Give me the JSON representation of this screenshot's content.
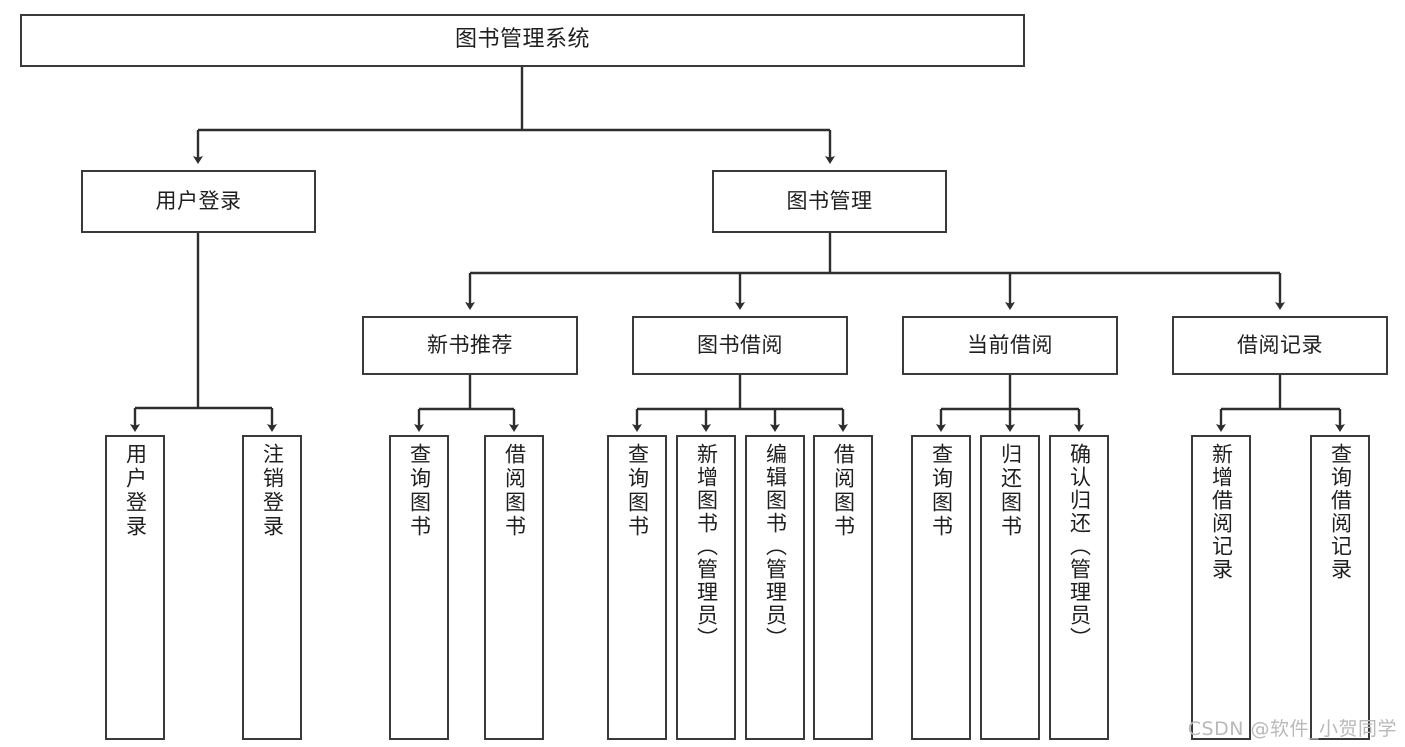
{
  "diagram": {
    "title": "图书管理系统",
    "type": "hierarchy-tree",
    "watermark": "CSDN @软件_小贺同学",
    "colors": {
      "border": "#3a3a3a",
      "background": "#ffffff",
      "text": "#1f1f1f",
      "watermark": "#b9b9b9"
    },
    "levels": {
      "root": {
        "label": "图书管理系统"
      },
      "level2": [
        {
          "label": "用户登录"
        },
        {
          "label": "图书管理"
        }
      ],
      "level3": [
        {
          "label": "新书推荐"
        },
        {
          "label": "图书借阅"
        },
        {
          "label": "当前借阅"
        },
        {
          "label": "借阅记录"
        }
      ],
      "leaves": {
        "user_login": [
          {
            "label": "用户登录"
          },
          {
            "label": "注销登录"
          }
        ],
        "new_book_recommend": [
          {
            "label": "查询图书"
          },
          {
            "label": "借阅图书"
          }
        ],
        "book_borrow": [
          {
            "label": "查询图书"
          },
          {
            "label": "新增图书（管理员）"
          },
          {
            "label": "编辑图书（管理员）"
          },
          {
            "label": "借阅图书"
          }
        ],
        "current_borrow": [
          {
            "label": "查询图书"
          },
          {
            "label": "归还图书"
          },
          {
            "label": "确认归还（管理员）"
          }
        ],
        "borrow_record": [
          {
            "label": "新增借阅记录"
          },
          {
            "label": "查询借阅记录"
          }
        ]
      }
    }
  }
}
